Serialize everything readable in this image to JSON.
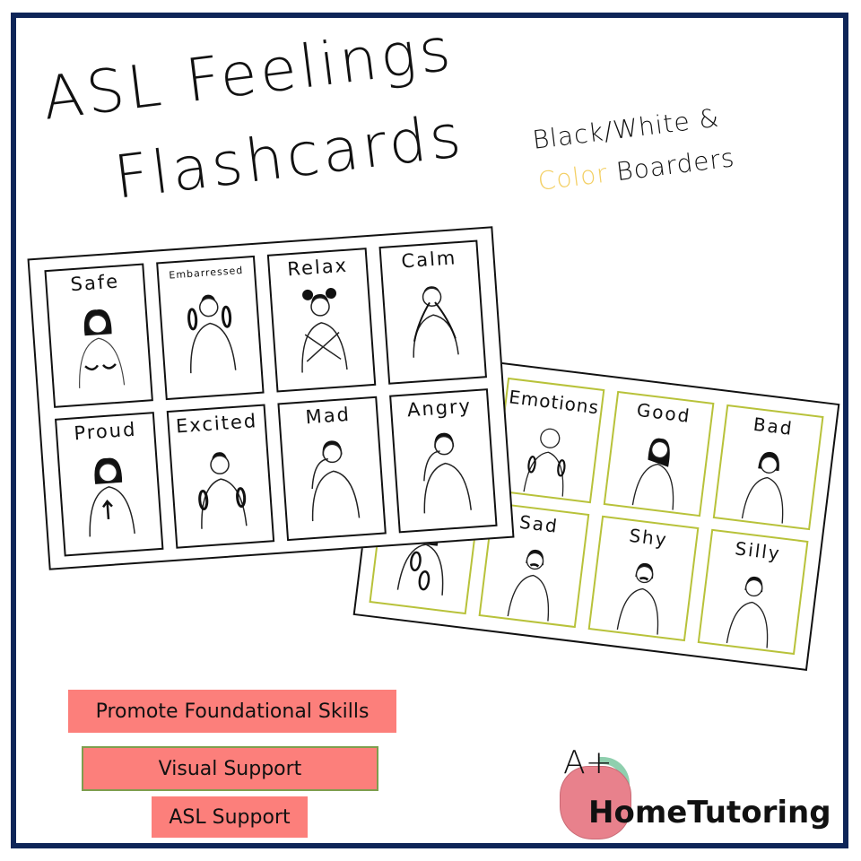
{
  "title": {
    "line1": "ASL Feelings",
    "line2": "Flashcards"
  },
  "subtitle": {
    "line1": "Black/White &",
    "color_word": "Color",
    "line2_rest": " Boarders"
  },
  "colors": {
    "frame": "#0e2558",
    "color_word": "#f3cf63",
    "badge": "#fc7f7b",
    "badge_border": "#7d9e4e",
    "color_card_border": "#b8c23a",
    "apple": "#e8818c",
    "leaf": "#8fcfae"
  },
  "front_sheet": {
    "style": "Black/White",
    "cards": [
      {
        "label": "Safe"
      },
      {
        "label": "Embarressed"
      },
      {
        "label": "Relax"
      },
      {
        "label": "Calm"
      },
      {
        "label": "Proud"
      },
      {
        "label": "Excited"
      },
      {
        "label": "Mad"
      },
      {
        "label": "Angry"
      }
    ]
  },
  "back_sheet": {
    "style": "Color",
    "cards": [
      {
        "label": ""
      },
      {
        "label": "Emotions"
      },
      {
        "label": "Good"
      },
      {
        "label": "Bad"
      },
      {
        "label": ""
      },
      {
        "label": "Sad"
      },
      {
        "label": "Shy"
      },
      {
        "label": "Silly"
      }
    ]
  },
  "badges": [
    {
      "label": "Promote Foundational Skills"
    },
    {
      "label": "Visual Support"
    },
    {
      "label": "ASL Support"
    }
  ],
  "logo": {
    "grade": "A+",
    "name": "HomeTutoring"
  }
}
